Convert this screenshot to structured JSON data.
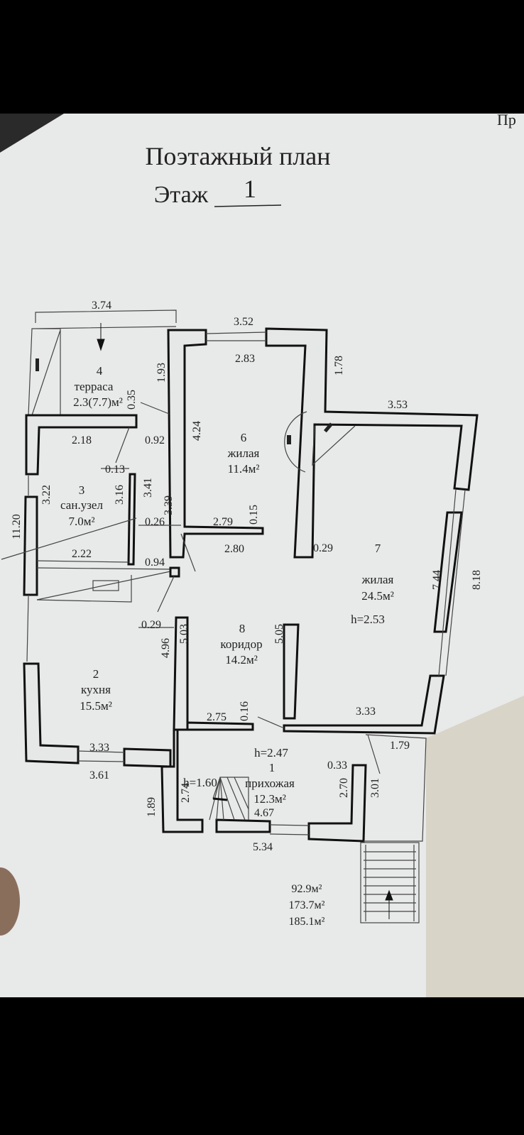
{
  "header": {
    "corner_text": "Пр",
    "title": "Поэтажный план",
    "floor_label": "Этаж",
    "floor_number": "1"
  },
  "rooms": [
    {
      "num": "1",
      "name": "прихожая",
      "area": "12.3м²",
      "height": "h=2.47"
    },
    {
      "num": "2",
      "name": "кухня",
      "area": "15.5м²"
    },
    {
      "num": "3",
      "name": "сан.узел",
      "area": "7.0м²"
    },
    {
      "num": "4",
      "name": "терраса",
      "area": "2.3(7.7)м²"
    },
    {
      "num": "6",
      "name": "жилая",
      "area": "11.4м²"
    },
    {
      "num": "7",
      "name": "жилая",
      "area": "24.5м²",
      "height": "h=2.53"
    },
    {
      "num": "8",
      "name": "коридор",
      "area": "14.2м²"
    }
  ],
  "stair_height": "h=1.60",
  "dimensions": {
    "d374": "3.74",
    "d352": "3.52",
    "d283": "2.83",
    "d178": "1.78",
    "d353": "3.53",
    "d193": "1.93",
    "d035": "0.35",
    "d218": "2.18",
    "d092": "0.92",
    "d424": "4.24",
    "d013": "0.13",
    "d322": "3.22",
    "d316": "3.16",
    "d341": "3.41",
    "d339": "3.39",
    "d026": "0.26",
    "d279": "2.79",
    "d015": "0.15",
    "d280": "2.80",
    "d029a": "0.29",
    "d1120": "11.20",
    "d222": "2.22",
    "d094": "0.94",
    "d744": "7.44",
    "d818": "8.18",
    "d029b": "0.29",
    "d503": "5.03",
    "d496": "4.96",
    "d505": "5.05",
    "d275": "2.75",
    "d016": "0.16",
    "d333a": "3.33",
    "d333b": "3.33",
    "d361": "3.61",
    "d179": "1.79",
    "d033": "0.33",
    "d270": "2.70",
    "d301": "3.01",
    "d189": "1.89",
    "d274": "2.74",
    "d467": "4.67",
    "d534": "5.34"
  },
  "totals": [
    "92.9м²",
    "173.7м²",
    "185.1м²"
  ],
  "colors": {
    "paper": "#e9eaea",
    "ink": "#1a1a1a",
    "background": "#000000"
  }
}
